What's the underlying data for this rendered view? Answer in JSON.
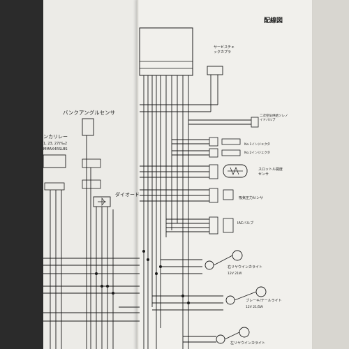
{
  "diagram": {
    "title": "配線図",
    "left_page": {
      "bank_angle_sensor": "バンクアングルセンサ",
      "relay": "ンカリレー",
      "relay_note_1": "1, 23, 27)‰2",
      "relay_note_2": "MMAX4RSLBS",
      "diode": "ダイオード"
    },
    "right_page": {
      "service_check": "サービスチェックカプラ",
      "secondary_air_solenoid": "二次空気供給ソレノイドバルブ",
      "injector_1": "No.1インジェクタ",
      "injector_2": "No.2インジェクタ",
      "throttle_sensor": "スロットル開度センサ",
      "map_sensor": "吸気圧力センサ",
      "iac_valve": "IACバルブ",
      "rear_winker": "右リヤウインカライト",
      "rear_winker_spec": "12V 21W",
      "brake_tail": "ブレーキ/テールライト",
      "brake_tail_spec": "12V 21/5W",
      "rear_winker_2": "左リヤウインカライト"
    }
  }
}
